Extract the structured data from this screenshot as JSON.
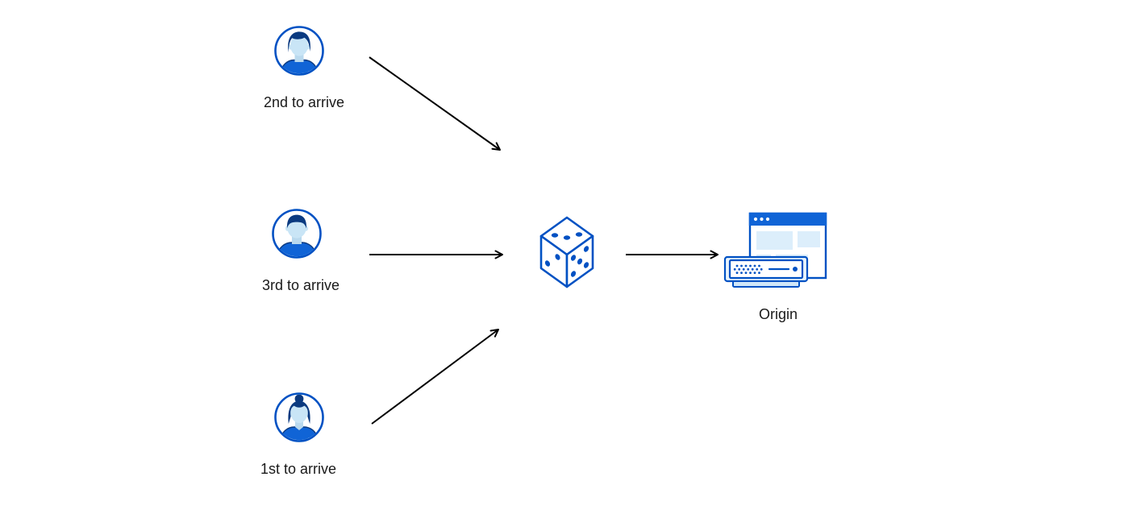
{
  "diagram": {
    "description": "Three visitors arrive in different order; requests pass through a randomizer (dice) before reaching the origin server.",
    "visitors": [
      {
        "id": "second",
        "label": "2nd to arrive",
        "icon": "male-avatar-icon"
      },
      {
        "id": "third",
        "label": "3rd to arrive",
        "icon": "male-short-hair-avatar-icon"
      },
      {
        "id": "first",
        "label": "1st to arrive",
        "icon": "female-avatar-icon"
      }
    ],
    "randomizer": {
      "icon": "dice-icon"
    },
    "origin": {
      "label": "Origin",
      "icon": "origin-server-icon"
    },
    "edges": [
      {
        "from": "2nd to arrive",
        "to": "randomizer"
      },
      {
        "from": "3rd to arrive",
        "to": "randomizer"
      },
      {
        "from": "1st to arrive",
        "to": "randomizer"
      },
      {
        "from": "randomizer",
        "to": "Origin"
      }
    ]
  },
  "colors": {
    "outline_blue": "#0051c3",
    "fill_blue": "#1064d6",
    "hair_navy": "#0b3a80",
    "skin_light_blue": "#c9e5f6",
    "panel_light_blue": "#dceefb",
    "server_light_blue": "#e9f4fc",
    "arrow_black": "#000000",
    "text": "#1a1a1a",
    "background": "#ffffff"
  }
}
